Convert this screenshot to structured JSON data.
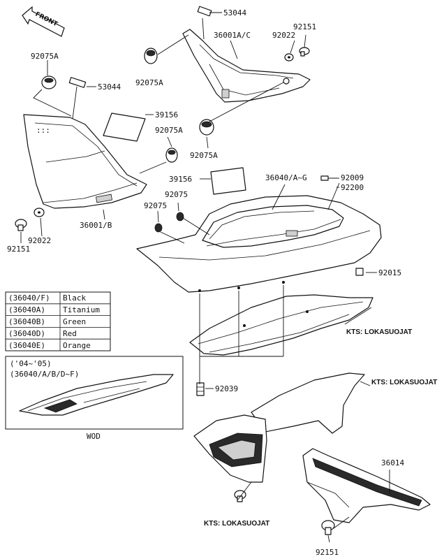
{
  "front_label": "FRONT",
  "callouts": {
    "c53044_top": "53044",
    "c36001ac": "36001A/C",
    "c92022_top": "92022",
    "c92151_top": "92151",
    "c92075a_left": "92075A",
    "c53044_left": "53044",
    "c92075a_mid_top": "92075A",
    "c39156_left": "39156",
    "c92075a_mid": "92075A",
    "c92075a_lower": "92075A",
    "c39156_mid": "39156",
    "c36040ag": "36040/A~G",
    "c92009": "92009",
    "c92200": "92200",
    "c92075_a": "92075",
    "c92075_b": "92075",
    "c36001b": "36001/B",
    "c92022_left": "92022",
    "c92151_left": "92151",
    "c92015": "92015",
    "c92039": "92039",
    "c36014": "36014",
    "c92151_bottom": "92151",
    "kts_1": "KTS: LOKASUOJAT",
    "kts_2": "KTS: LOKASUOJAT",
    "kts_3": "KTS: LOKASUOJAT"
  },
  "color_table": {
    "rows": [
      {
        "code": "(36040/F)",
        "color": "Black"
      },
      {
        "code": "(36040A)",
        "color": "Titanium"
      },
      {
        "code": "(36040B)",
        "color": "Green"
      },
      {
        "code": "(36040D)",
        "color": "Red"
      },
      {
        "code": "(36040E)",
        "color": "Orange"
      }
    ]
  },
  "inset": {
    "line1": "('04~'05)",
    "line2": "(36040/A/B/D~F)",
    "caption": "WOD"
  }
}
